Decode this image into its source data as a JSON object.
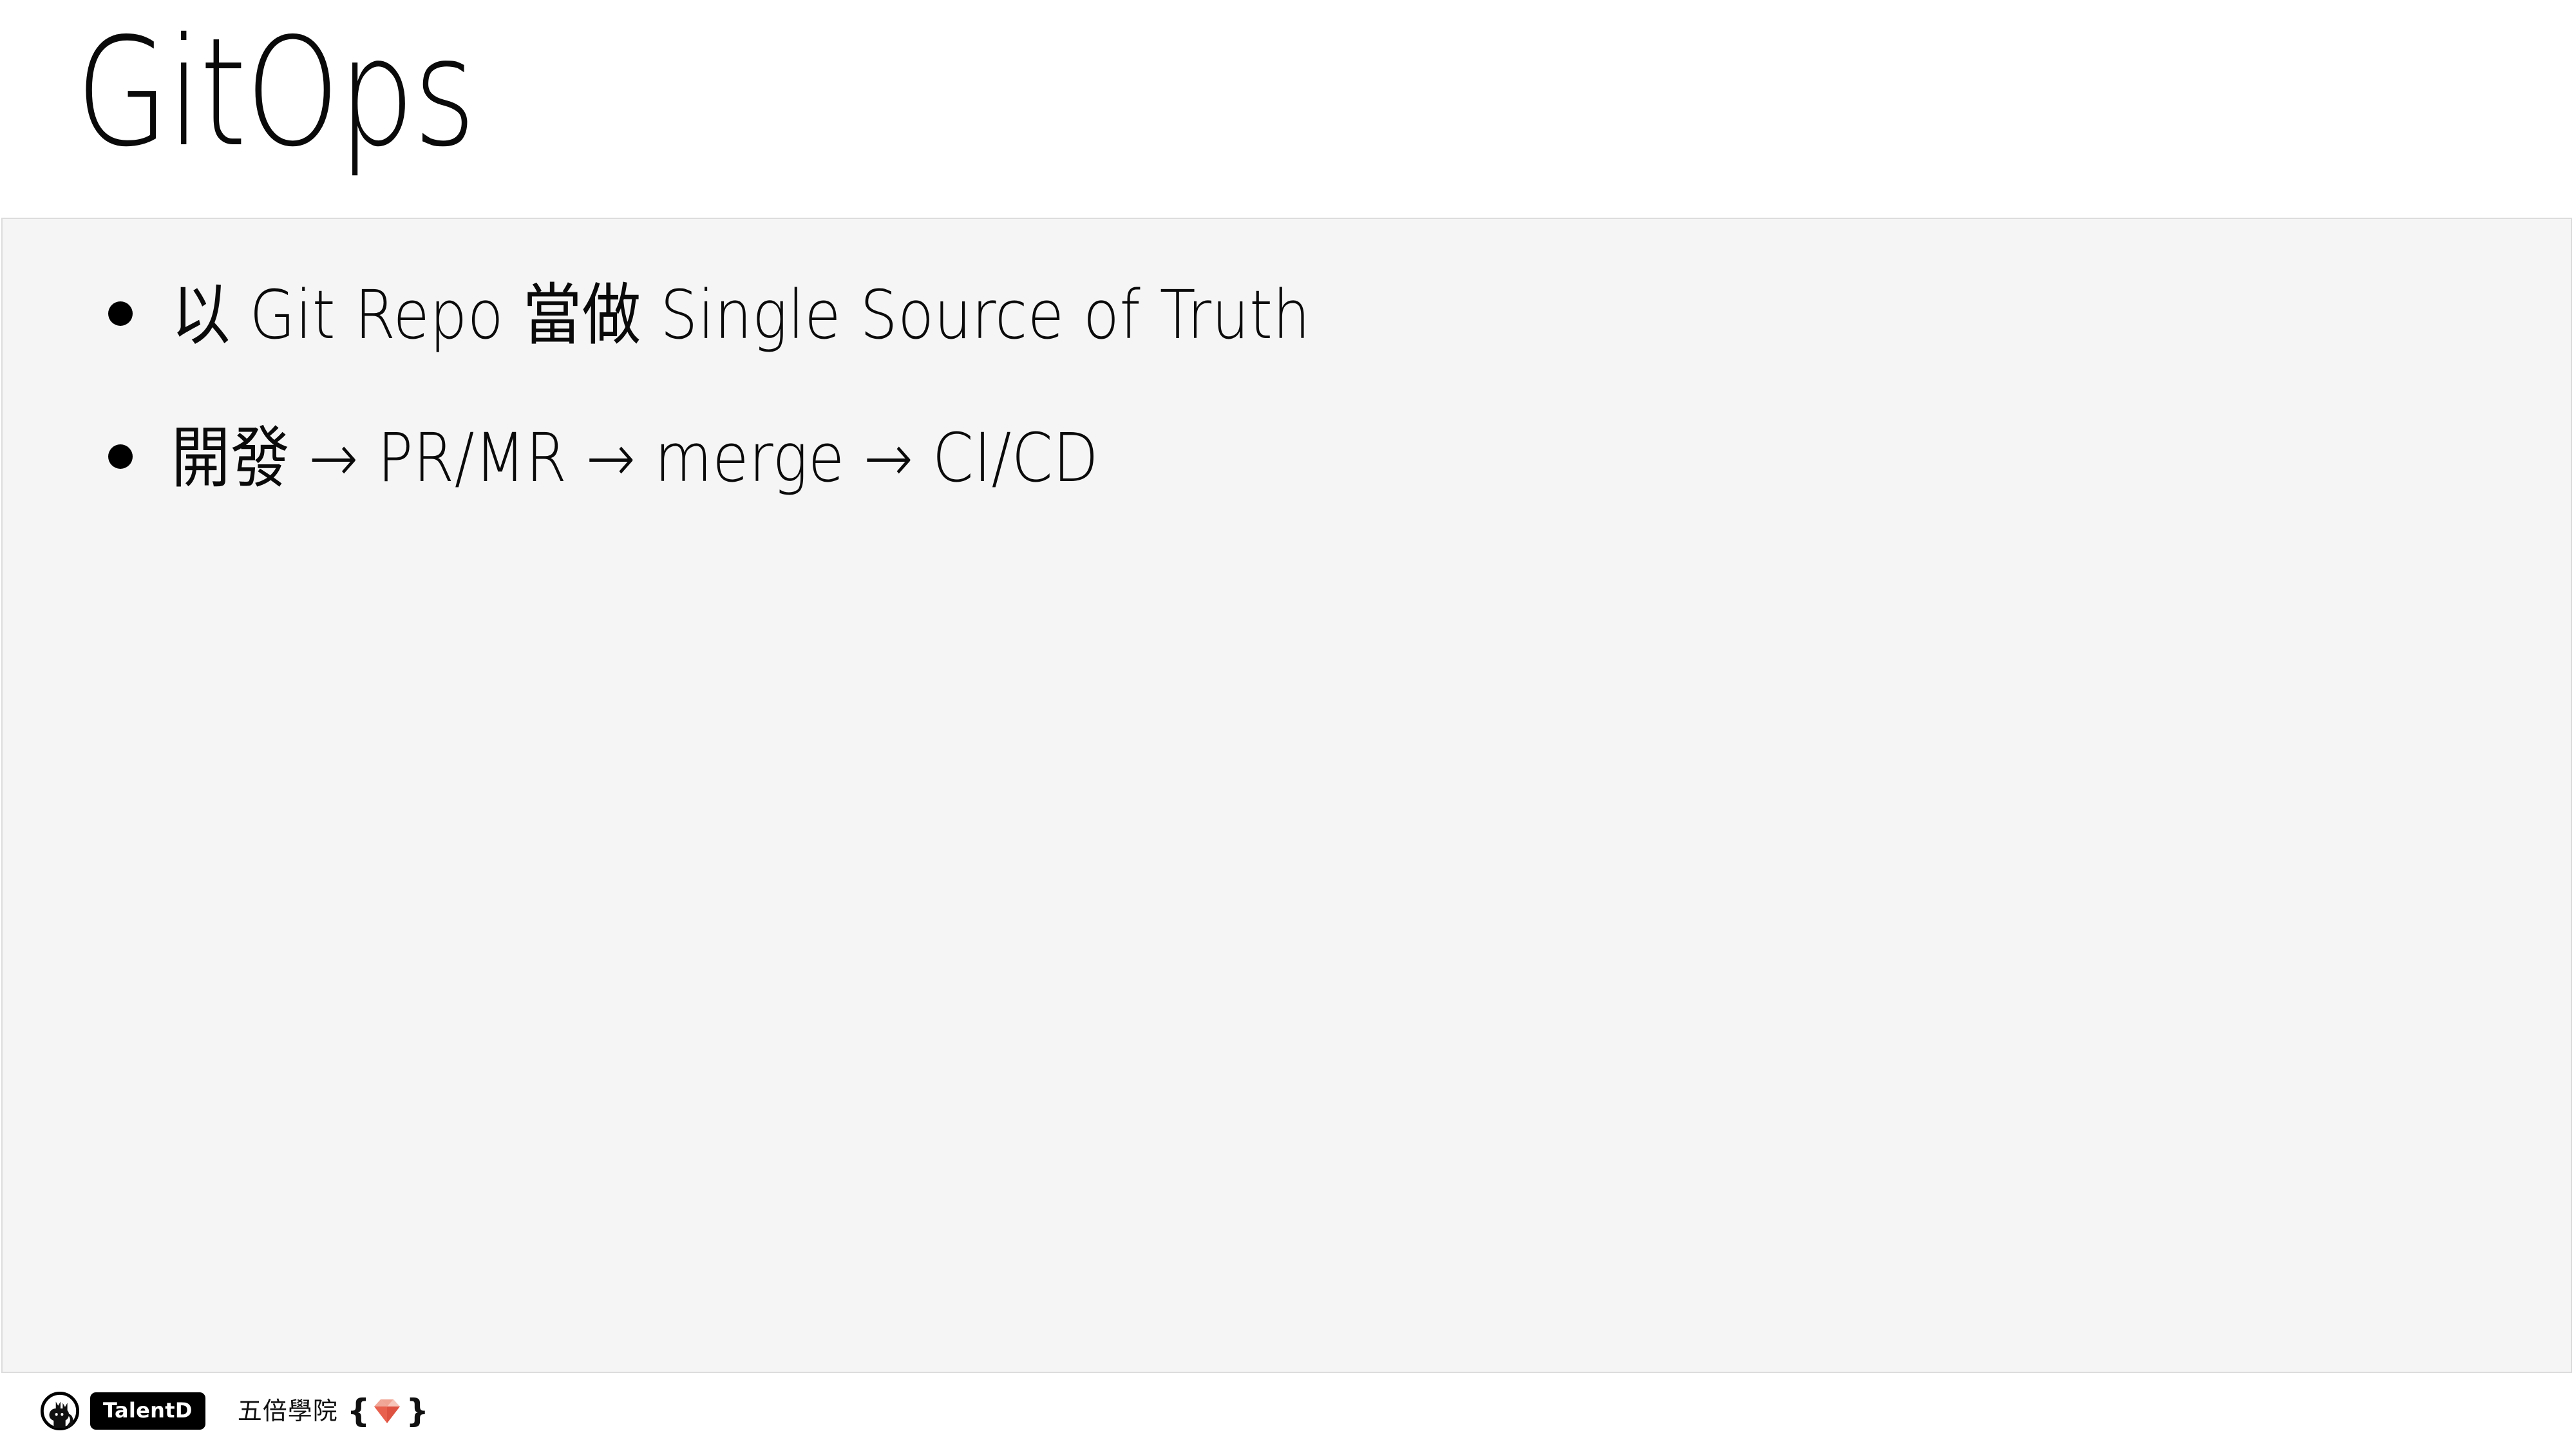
{
  "slide": {
    "title": "GitOps",
    "bullets": [
      {
        "text": "以 Git Repo 當做 Single Source of Truth"
      },
      {
        "text": "開發 → PR/MR → merge → CI/CD"
      }
    ]
  },
  "footer": {
    "logo_icon": "cat-in-circle-logo",
    "badge_label": "TalentD",
    "school_name": "五倍學院",
    "brace_left": "{",
    "brace_right": "}",
    "gem_icon": "ruby-gem-icon"
  },
  "colors": {
    "page_background": "#ffffff",
    "panel_background": "#f5f5f5",
    "panel_border": "#dcdcdc",
    "text": "#0a0a0a",
    "badge_background": "#000000",
    "badge_text": "#ffffff",
    "gem_top_light": "#f3b4a6",
    "gem_top_mid": "#ef9685",
    "gem_body": "#e8604e",
    "gem_deep": "#d94335"
  }
}
